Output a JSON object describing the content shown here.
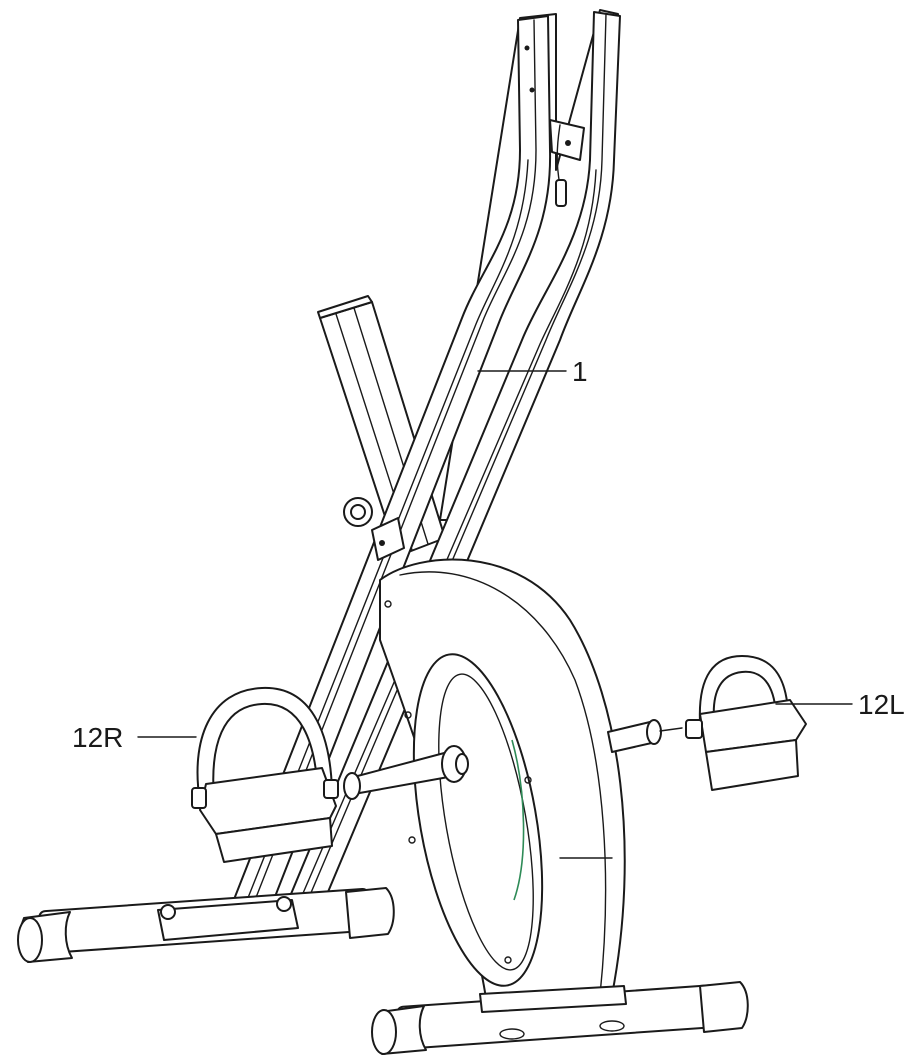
{
  "callouts": {
    "main_frame": "1",
    "right_pedal": "12R",
    "left_pedal": "12L"
  },
  "colors": {
    "line": "#1a1a1a",
    "background": "#ffffff"
  }
}
